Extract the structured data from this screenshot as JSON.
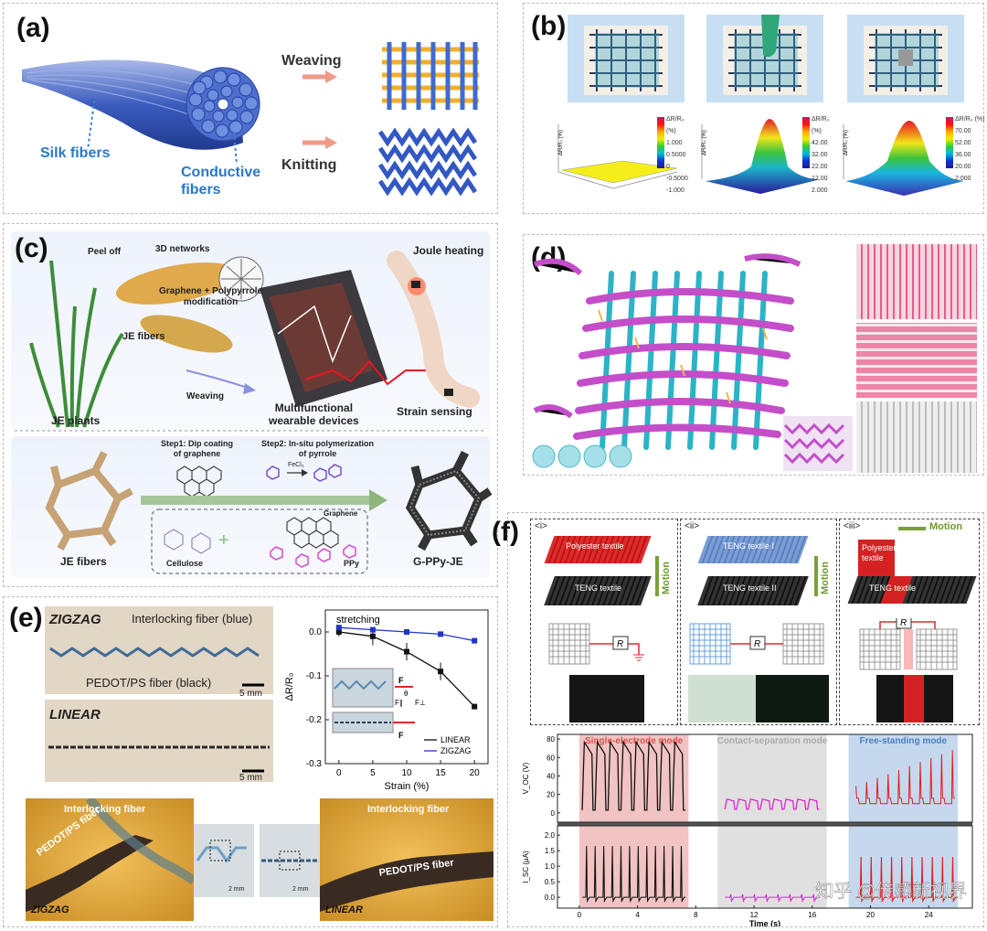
{
  "panels": {
    "a": {
      "label": "(a)",
      "silk": "Silk fibers",
      "conductive": "Conductive\nfibers",
      "weaving": "Weaving",
      "knitting": "Knitting"
    },
    "b": {
      "label": "(b)",
      "colorbar_title": "ΔR/R₀ (%)",
      "cb1": [
        "1.000",
        "0.5000",
        "0",
        "-0.5000",
        "-1.000"
      ],
      "cb2": [
        "42.00",
        "32.00",
        "22.00",
        "12.00",
        "2.000"
      ],
      "cb3": [
        "70.00",
        "52.00",
        "36.00",
        "20.00",
        "2.000"
      ]
    },
    "c": {
      "label": "(c)",
      "peel_off": "Peel off",
      "networks": "3D networks",
      "modification": "Graphene + Polypyrrole\nmodification",
      "je_fibers_top": "JE fibers",
      "je_plants": "JE plants",
      "weaving": "Weaving",
      "multifunctional": "Multifunctional\nwearable devices",
      "joule": "Joule heating",
      "strain": "Strain sensing",
      "step1": "Step1: Dip coating\nof graphene",
      "step2": "Step2: In-situ polymerization\nof pyrrole",
      "fecl3": "FeCl₃",
      "graphene": "Graphene",
      "cellulose": "Cellulose",
      "ppy": "PPy",
      "je_fibers_bottom": "JE fibers",
      "gppy": "G-PPy-JE"
    },
    "d": {
      "label": "(d)"
    },
    "e": {
      "label": "(e)",
      "zigzag": "ZIGZAG",
      "interlocking_blue": "Interlocking fiber (blue)",
      "pedot_black": "PEDOT/PS fiber (black)",
      "scale": "5 mm",
      "linear": "LINEAR",
      "interlocking": "Interlocking fiber",
      "pedot": "PEDOT/PS fiber",
      "scale2": "2 mm",
      "zigzag_bottom": "ZIGZAG",
      "linear_bottom": "LINEAR"
    },
    "f": {
      "label": "(f)",
      "i": "<i>",
      "ii": "<ii>",
      "iii": "<iii>",
      "polyester": "Polyester textile",
      "teng": "TENG textile",
      "teng1": "TENG textile I",
      "teng2": "TENG textile II",
      "motion": "Motion",
      "polyester2": "Polyester\ntextile",
      "teng3": "TENG textile",
      "r": "R",
      "mode1": "Single-electrode mode",
      "mode2": "Contact-separation mode",
      "mode3": "Free-standing mode",
      "voc": "V_OC (V)",
      "isc": "I_SC (μA)",
      "time": "Time (s)",
      "watermark": "知乎 @传感新视界"
    }
  },
  "chart_data": [
    {
      "type": "line",
      "annotation": "stretching",
      "xlabel": "Strain (%)",
      "ylabel": "ΔR/R₀",
      "x": [
        0,
        5,
        10,
        15,
        20
      ],
      "xlim": [
        -2,
        22
      ],
      "ylim": [
        -0.3,
        0.05
      ],
      "xticks": [
        0,
        5,
        10,
        15,
        20
      ],
      "yticks": [
        0.0,
        -0.1,
        -0.2,
        -0.3
      ],
      "series": [
        {
          "name": "LINEAR",
          "color": "#111111",
          "values": [
            0.0,
            -0.01,
            -0.045,
            -0.09,
            -0.17
          ],
          "err": [
            0.01,
            0.02,
            0.02,
            0.02,
            0.005
          ]
        },
        {
          "name": "ZIGZAG",
          "color": "#2233cc",
          "values": [
            0.01,
            0.005,
            0.0,
            -0.005,
            -0.02
          ],
          "err": [
            0.005,
            0.005,
            0.005,
            0.005,
            0.005
          ]
        }
      ],
      "inset_labels": {
        "F": "F",
        "theta": "θ",
        "fpar": "F∥",
        "fperp": "F⊥",
        "F2": "F"
      }
    },
    {
      "type": "line",
      "xlabel": "Time (s)",
      "x_ticks": [
        0,
        4,
        8,
        12,
        16,
        20,
        24
      ],
      "xlim": [
        -1.5,
        27
      ],
      "voc": {
        "yticks": [
          0,
          20,
          40,
          60,
          80
        ],
        "ylim": [
          -10,
          85
        ]
      },
      "isc": {
        "yticks": [
          0.0,
          0.5,
          1.0,
          1.5,
          2.0
        ],
        "ylim": [
          -0.35,
          2.3
        ]
      },
      "modes": [
        {
          "name": "Single-electrode mode",
          "range": [
            0,
            7.5
          ],
          "color": "#f1c3c3",
          "text_color": "#d9534f"
        },
        {
          "name": "Contact-separation mode",
          "range": [
            9.5,
            17
          ],
          "color": "#e0e0e0",
          "text_color": "#aaaaaa"
        },
        {
          "name": "Free-standing mode",
          "range": [
            18.5,
            26
          ],
          "color": "#c6d8ee",
          "text_color": "#4a7fc1"
        }
      ]
    }
  ]
}
